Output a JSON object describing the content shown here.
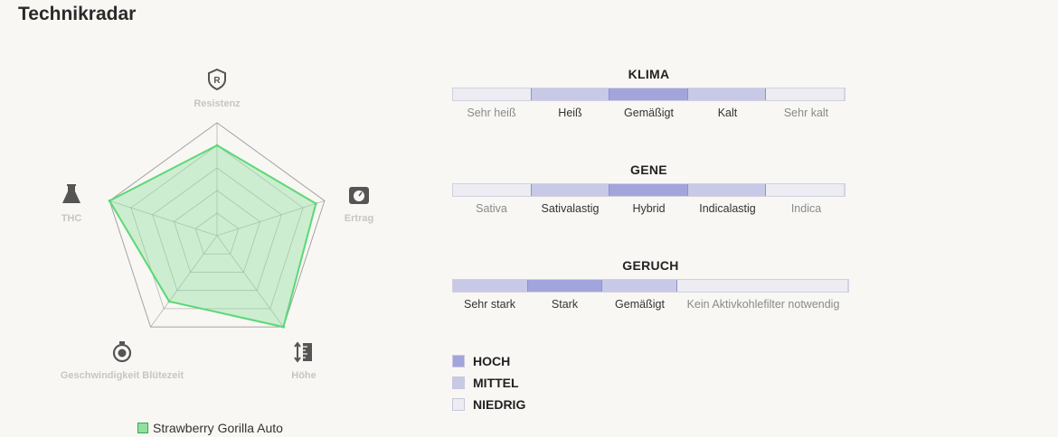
{
  "page_title": "Technikradar",
  "colors": {
    "hoch": "#a2a5dc",
    "mittel": "#c8c9e6",
    "niedrig": "#ececf2",
    "radar_fill": "#90e09e",
    "radar_stroke": "#5bd877",
    "grid": "#9a9a9a"
  },
  "chart_data": {
    "type": "radar",
    "axes": [
      {
        "label": "Resistenz",
        "icon": "shield-r-icon"
      },
      {
        "label": "Ertrag",
        "icon": "scale-icon"
      },
      {
        "label": "Höhe",
        "icon": "ruler-icon"
      },
      {
        "label": "Geschwindigkeit Blütezeit",
        "icon": "stopwatch-icon"
      },
      {
        "label": "THC",
        "icon": "flask-icon"
      }
    ],
    "rlim": [
      0,
      5
    ],
    "series": [
      {
        "name": "Strawberry Gorilla Auto",
        "values": [
          4,
          4.6,
          5,
          3.6,
          5
        ]
      }
    ],
    "grid": true,
    "legend": "bottom"
  },
  "scales": [
    {
      "title": "KLIMA",
      "segments": [
        {
          "label": "Sehr heiß",
          "level": "niedrig"
        },
        {
          "label": "Heiß",
          "level": "mittel"
        },
        {
          "label": "Gemäßigt",
          "level": "hoch"
        },
        {
          "label": "Kalt",
          "level": "mittel"
        },
        {
          "label": "Sehr kalt",
          "level": "niedrig"
        }
      ]
    },
    {
      "title": "GENE",
      "segments": [
        {
          "label": "Sativa",
          "level": "niedrig"
        },
        {
          "label": "Sativalastig",
          "level": "mittel"
        },
        {
          "label": "Hybrid",
          "level": "hoch"
        },
        {
          "label": "Indicalastig",
          "level": "mittel"
        },
        {
          "label": "Indica",
          "level": "niedrig"
        }
      ]
    },
    {
      "title": "GERUCH",
      "segments": [
        {
          "label": "Sehr stark",
          "level": "mittel"
        },
        {
          "label": "Stark",
          "level": "hoch"
        },
        {
          "label": "Gemäßigt",
          "level": "mittel"
        },
        {
          "label": "Kein Aktivkohlefilter notwendig",
          "level": "niedrig"
        }
      ]
    }
  ],
  "legend": [
    {
      "label": "HOCH",
      "level": "hoch"
    },
    {
      "label": "MITTEL",
      "level": "mittel"
    },
    {
      "label": "NIEDRIG",
      "level": "niedrig"
    }
  ]
}
